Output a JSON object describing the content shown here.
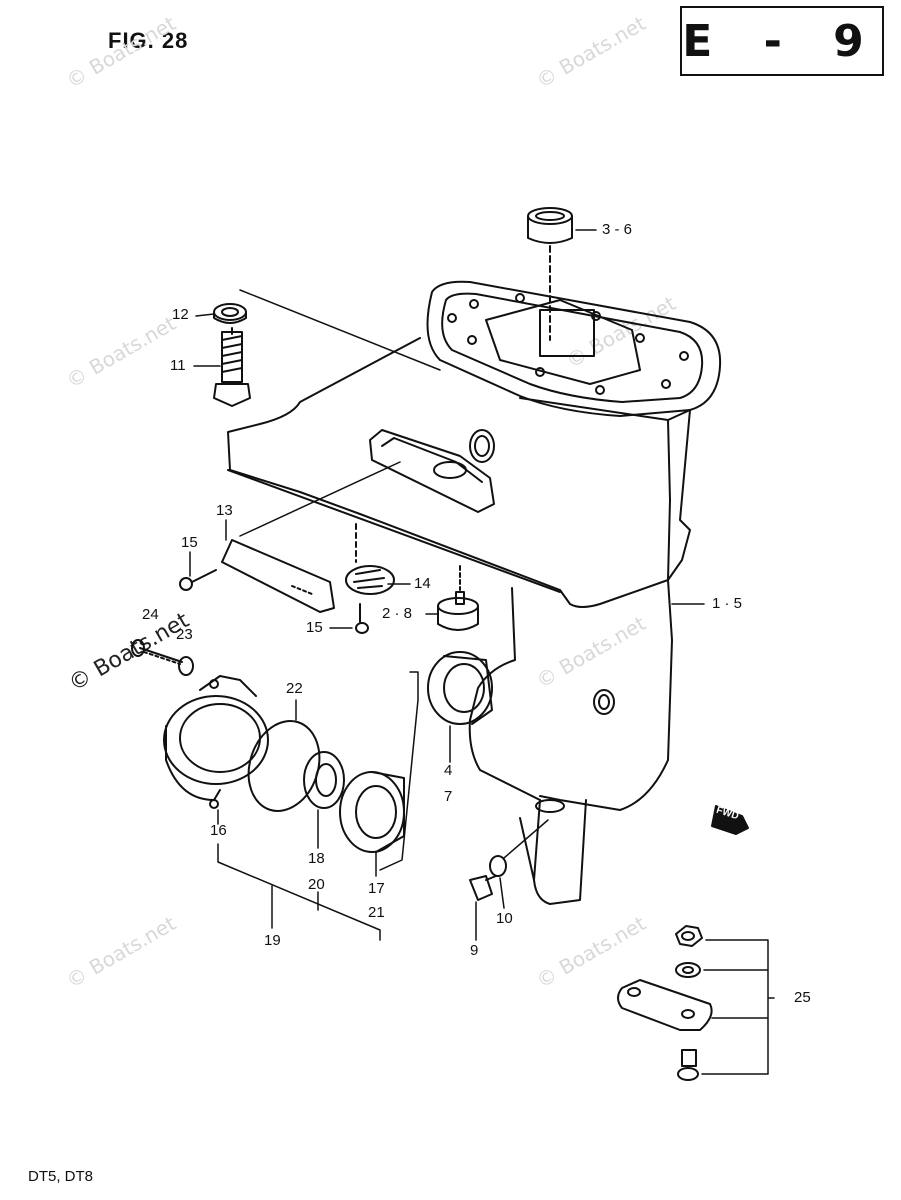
{
  "figure": {
    "title": "FIG. 28",
    "code": "E - 9",
    "models": "DT5, DT8"
  },
  "watermark": "© Boats.net",
  "fwd_mark": "FWD",
  "callouts": {
    "c3_6": "3 - 6",
    "c12": "12",
    "c11": "11",
    "c13": "13",
    "c15a": "15",
    "c14": "14",
    "c2_8": "2 · 8",
    "c15b": "15",
    "c1_5": "1 · 5",
    "c24": "24",
    "c23": "23",
    "c22": "22",
    "c16": "16",
    "c18": "18",
    "c20": "20",
    "c17": "17",
    "c21": "21",
    "c19": "19",
    "c4": "4",
    "c7": "7",
    "c9": "9",
    "c10": "10",
    "c25": "25"
  }
}
